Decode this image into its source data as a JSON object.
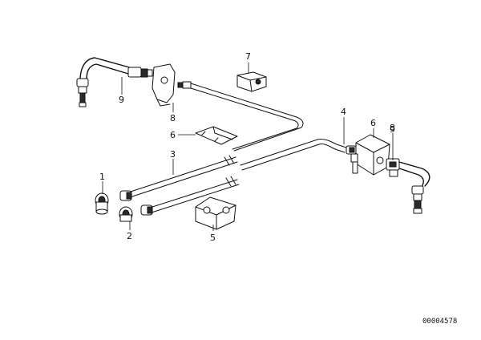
{
  "diagram": {
    "callouts": [
      {
        "id": "1",
        "label": "1"
      },
      {
        "id": "2",
        "label": "2"
      },
      {
        "id": "3",
        "label": "3"
      },
      {
        "id": "4",
        "label": "4"
      },
      {
        "id": "5",
        "label": "5"
      },
      {
        "id": "6a",
        "label": "6"
      },
      {
        "id": "6b",
        "label": "6"
      },
      {
        "id": "7",
        "label": "7"
      },
      {
        "id": "8a",
        "label": "8"
      },
      {
        "id": "8b",
        "label": "8"
      },
      {
        "id": "9a",
        "label": "9"
      },
      {
        "id": "9b",
        "label": "9"
      }
    ],
    "document_number": "00004578"
  }
}
